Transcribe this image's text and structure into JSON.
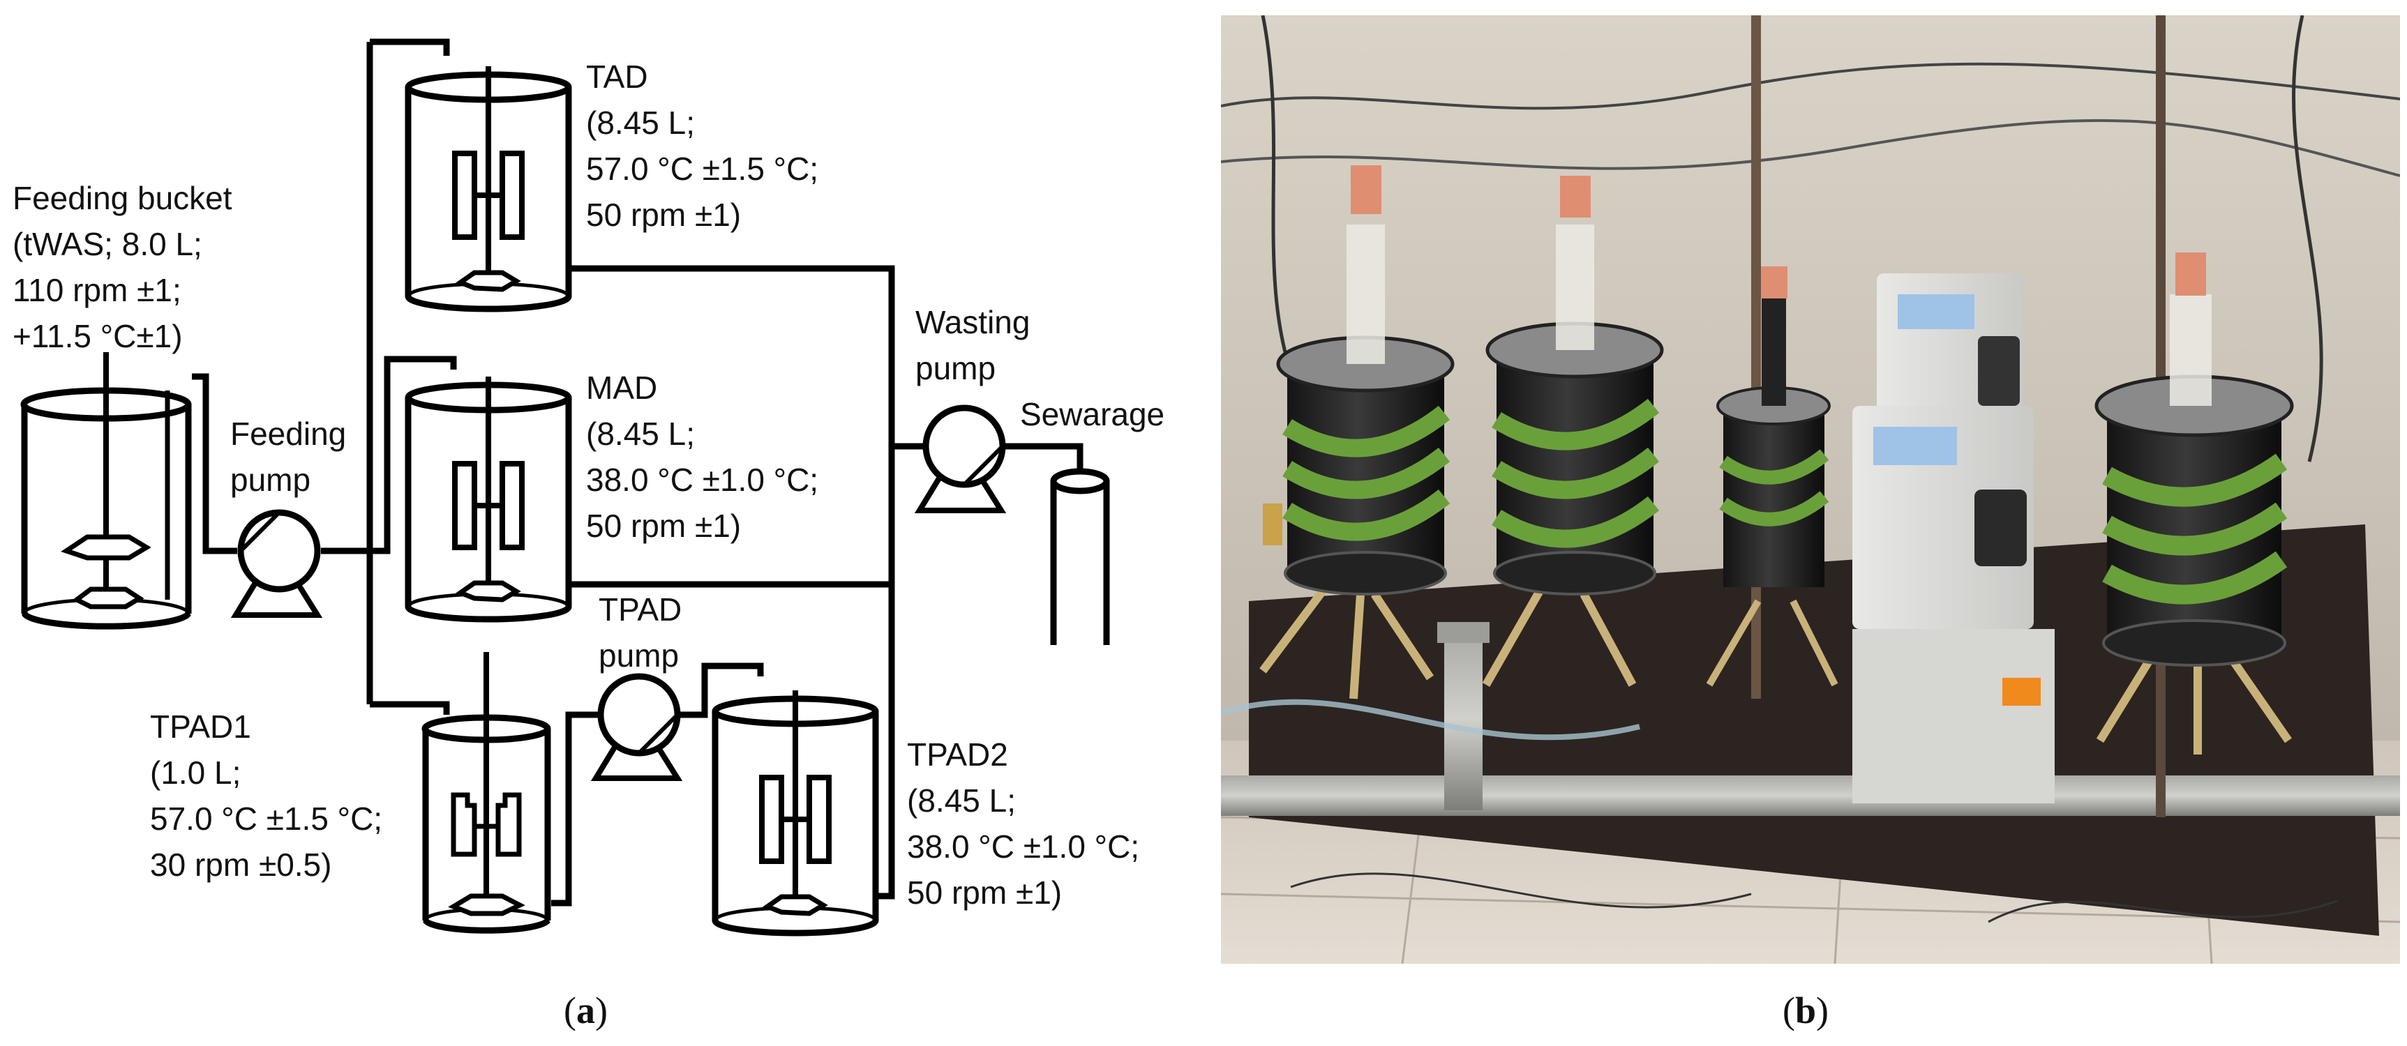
{
  "figure": {
    "panel_a": {
      "label_open": "(",
      "label_letter": "a",
      "label_close": ")",
      "feeding_bucket": [
        "Feeding bucket",
        "(tWAS; 8.0 L;",
        "110 rpm ±1;",
        "+11.5 °C±1)"
      ],
      "feeding_pump": [
        "Feeding",
        "pump"
      ],
      "tad": [
        "TAD",
        "(8.45 L;",
        "57.0 °C ±1.5 °C;",
        "50 rpm ±1)"
      ],
      "mad": [
        "MAD",
        "(8.45 L;",
        "38.0 °C ±1.0 °C;",
        "50 rpm ±1)"
      ],
      "wasting_pump": [
        "Wasting",
        "pump"
      ],
      "sewarage": "Sewarage",
      "tpad_pump": [
        "TPAD",
        "pump"
      ],
      "tpad1": [
        "TPAD1",
        "(1.0 L;",
        "57.0 °C ±1.5 °C;",
        "30 rpm ±0.5)"
      ],
      "tpad2": [
        "TPAD2",
        "(8.45 L;",
        "38.0 °C ±1.0 °C;",
        "50 rpm ±1)"
      ]
    },
    "panel_b": {
      "label_open": "(",
      "label_letter": "b",
      "label_close": ")"
    }
  }
}
